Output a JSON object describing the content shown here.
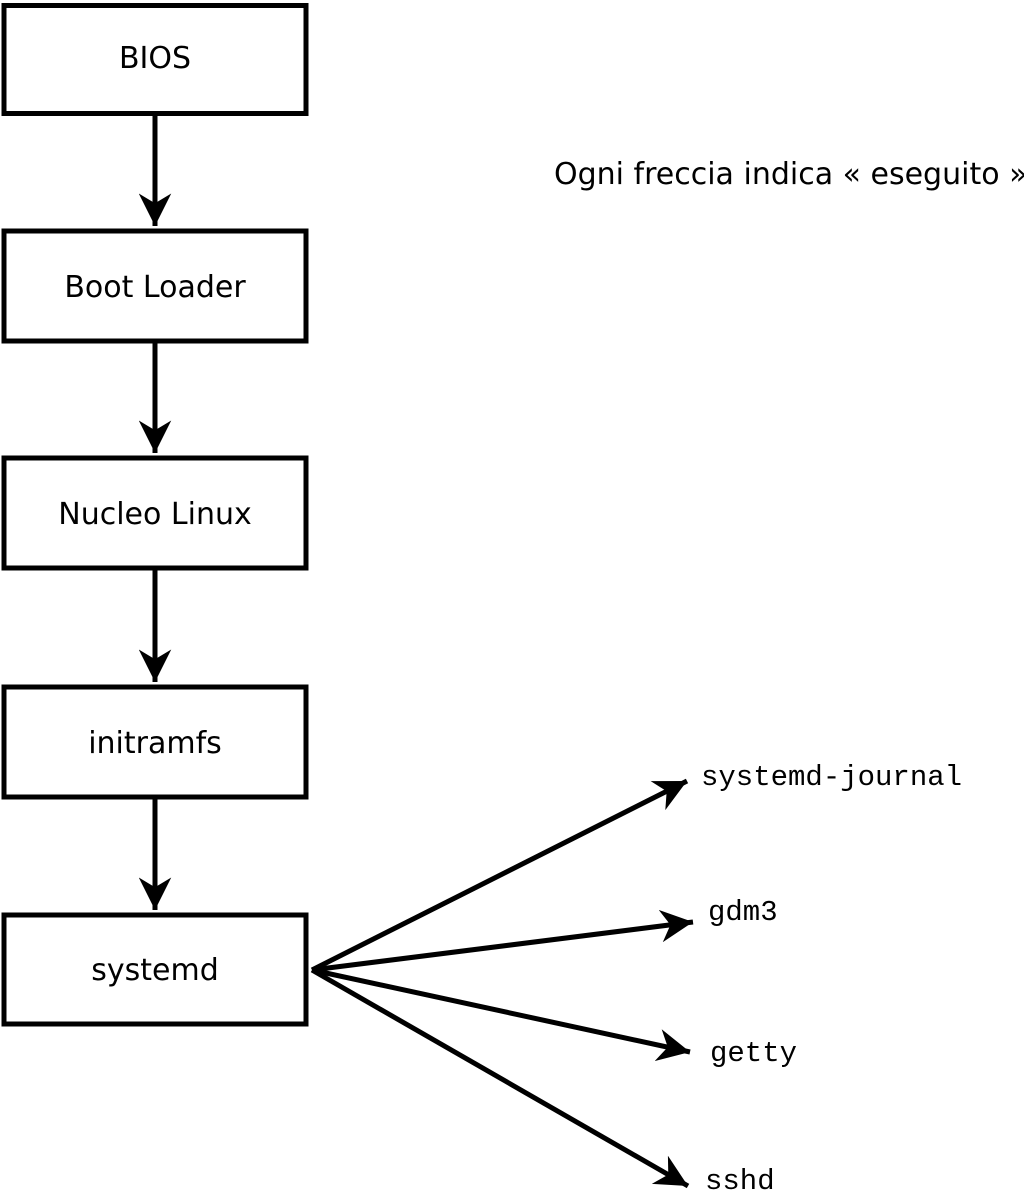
{
  "diagram": {
    "caption": "Ogni freccia indica « eseguito ».",
    "boxes": [
      {
        "id": "bios",
        "label": "BIOS"
      },
      {
        "id": "boot-loader",
        "label": "Boot Loader"
      },
      {
        "id": "nucleo-linux",
        "label": "Nucleo Linux"
      },
      {
        "id": "initramfs",
        "label": "initramfs"
      },
      {
        "id": "systemd",
        "label": "systemd"
      }
    ],
    "services": [
      {
        "id": "systemd-journal",
        "label": "systemd-journal"
      },
      {
        "id": "gdm3",
        "label": "gdm3"
      },
      {
        "id": "getty",
        "label": "getty"
      },
      {
        "id": "sshd",
        "label": "sshd"
      }
    ],
    "colors": {
      "line": "#000000",
      "background": "#ffffff"
    }
  }
}
